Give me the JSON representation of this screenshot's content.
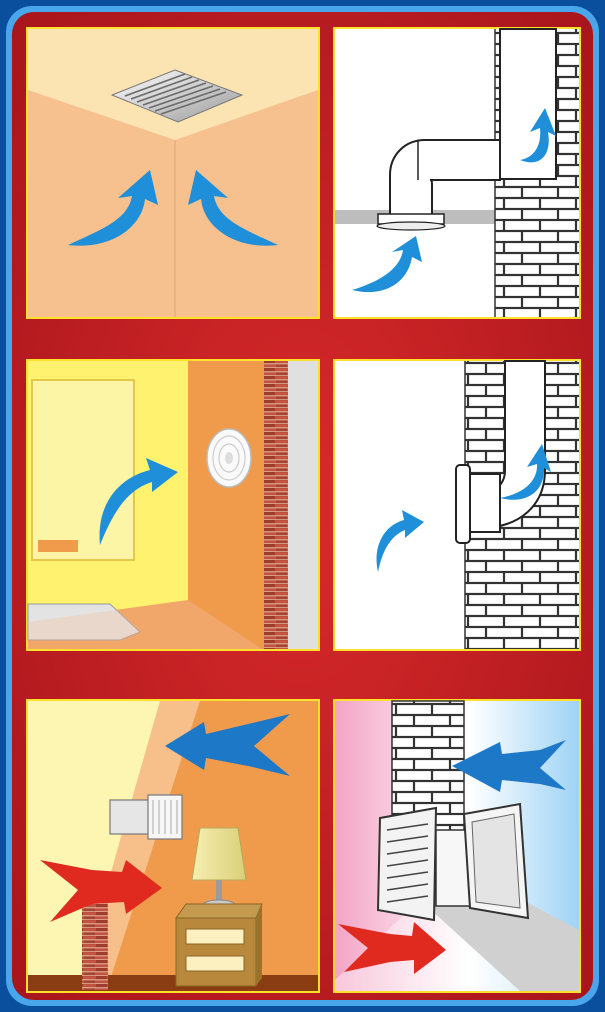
{
  "poster": {
    "colors": {
      "outer_blue": "#0a4f9e",
      "inner_red": "#c62227",
      "highlight_blue": "#5fb3f0",
      "panel_border": "#ffe02a",
      "airflow_blue": "#1e8fd8",
      "warm_air_red": "#e02a1f",
      "wall_orange": "#f1994a",
      "wall_yellow": "#fff36e",
      "brick_red": "#b8473a"
    }
  },
  "panels": [
    {
      "id": "ceiling-vent",
      "icons": [
        "ceiling-grille-icon",
        "airflow-arrow-icon",
        "airflow-arrow-icon"
      ]
    },
    {
      "id": "duct-ceiling-to-wall",
      "icons": [
        "brick-wall-icon",
        "duct-pipe-icon",
        "ceiling-diffuser-icon",
        "airflow-arrow-icon",
        "airflow-arrow-icon"
      ]
    },
    {
      "id": "round-wall-vent",
      "icons": [
        "round-vent-icon",
        "airflow-arrow-icon",
        "brick-column-icon"
      ]
    },
    {
      "id": "wall-vent-to-duct",
      "icons": [
        "brick-wall-icon",
        "duct-pipe-icon",
        "wall-vent-icon",
        "airflow-arrow-icon",
        "airflow-arrow-icon"
      ]
    },
    {
      "id": "through-wall-fan-room",
      "icons": [
        "wall-fan-icon",
        "table-lamp-icon",
        "nightstand-icon",
        "supply-air-arrow-icon",
        "exhaust-air-arrow-icon"
      ]
    },
    {
      "id": "through-wall-fan-section",
      "icons": [
        "louvred-grille-icon",
        "brick-wall-icon",
        "supply-air-arrow-icon",
        "exhaust-air-arrow-icon"
      ]
    }
  ]
}
